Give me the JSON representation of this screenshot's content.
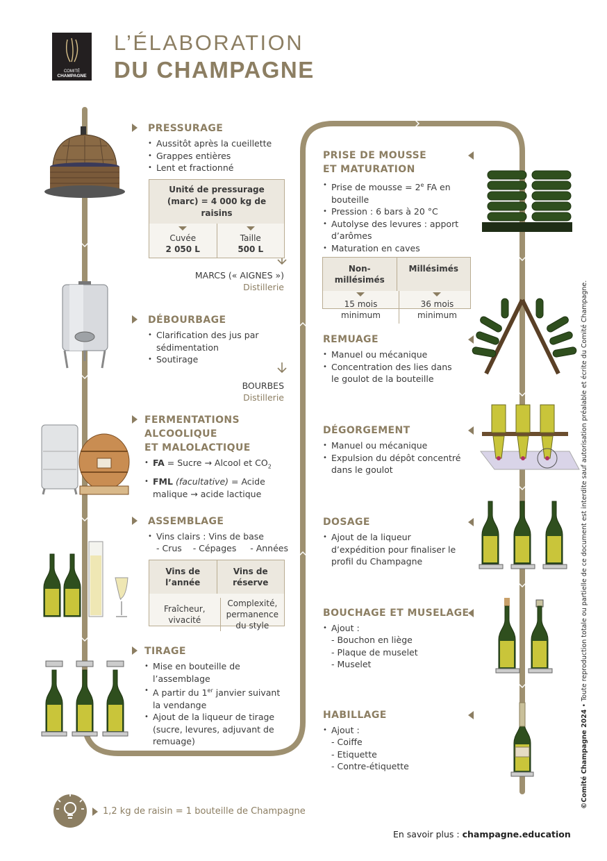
{
  "header": {
    "logo_line1": "COMITÉ",
    "logo_line2": "CHAMPAGNE",
    "title_line1": "L’ÉLABORATION",
    "title_line2": "DU CHAMPAGNE"
  },
  "colors": {
    "accent": "#8c7e62",
    "bottle": "#2f4f1e",
    "liquid": "#c9c53a"
  },
  "left_steps": {
    "pressurage": {
      "title": "PRESSURAGE",
      "bullets": [
        "Aussitôt après la cueillette",
        "Grappes entières",
        "Lent et fractionné"
      ],
      "box_header": "Unité de pressurage (marc) = 4 000 kg de raisins",
      "cells": [
        {
          "label": "Cuvée",
          "value": "2 050 L"
        },
        {
          "label": "Taille",
          "value": "500 L"
        }
      ],
      "marcs": "MARCS (« AIGNES »)",
      "marcs_dest": "Distillerie"
    },
    "debourbage": {
      "title": "DÉBOURBAGE",
      "bullets": [
        "Clarification des jus par sédimentation",
        "Soutirage"
      ],
      "bourbes": "BOURBES",
      "bourbes_dest": "Distillerie"
    },
    "fermentations": {
      "title_l1": "FERMENTATIONS",
      "title_l2": "ALCOOLIQUE",
      "title_l3": "ET MALOLACTIQUE",
      "fa_abbr": "FA",
      "fa_text": " = Sucre → Alcool et CO",
      "fa_sub": "2",
      "fml_abbr": "FML",
      "fml_note": "(facultative)",
      "fml_text": " = Acide malique → acide lactique"
    },
    "assemblage": {
      "title": "ASSEMBLAGE",
      "bullet": "Vins clairs : Vins de base",
      "sub_items": [
        "- Crus",
        "- Cépages",
        "- Années"
      ],
      "box_headers": [
        "Vins de l’année",
        "Vins de réserve"
      ],
      "box_values": [
        "Fraîcheur, vivacité",
        "Complexité, permanence du style"
      ]
    },
    "tirage": {
      "title": "TIRAGE",
      "bullet1": "Mise en bouteille de l’assemblage",
      "bullet2_pre": "A partir du 1",
      "bullet2_sup": "er",
      "bullet2_post": " janvier suivant la vendange",
      "bullet3": "Ajout de la liqueur de tirage (sucre, levures, adjuvant de remuage)"
    }
  },
  "right_steps": {
    "prise_de_mousse": {
      "title_l1": "PRISE DE MOUSSE",
      "title_l2": "ET MATURATION",
      "bullet1_pre": "Prise de mousse = 2",
      "bullet1_sup": "e",
      "bullet1_post": " FA en bouteille",
      "bullets": [
        "Pression : 6 bars à 20 °C",
        "Autolyse des levures : apport d’arômes",
        "Maturation en caves"
      ],
      "box_headers": [
        "Non-millésimés",
        "Millésimés"
      ],
      "box_values": [
        "15 mois minimum",
        "36 mois minimum"
      ]
    },
    "remuage": {
      "title": "REMUAGE",
      "bullets": [
        "Manuel ou mécanique",
        "Concentration des lies dans le goulot de la bouteille"
      ]
    },
    "degorgement": {
      "title": "DÉGORGEMENT",
      "bullets": [
        "Manuel ou mécanique",
        "Expulsion du dépôt concentré dans le goulot"
      ]
    },
    "dosage": {
      "title": "DOSAGE",
      "bullets": [
        "Ajout de la liqueur d’expédition pour finaliser le profil du Champagne"
      ]
    },
    "bouchage": {
      "title": "BOUCHAGE ET MUSELAGE",
      "bullet": "Ajout :",
      "sub_items": [
        "- Bouchon en liège",
        "- Plaque de muselet",
        "- Muselet"
      ]
    },
    "habillage": {
      "title": "HABILLAGE",
      "bullet": "Ajout :",
      "sub_items": [
        "- Coiffe",
        "- Etiquette",
        "- Contre-étiquette"
      ]
    }
  },
  "footer": {
    "tip": "1,2 kg de raisin = 1 bouteille de Champagne",
    "more_label": "En savoir plus : ",
    "more_link": "champagne.education",
    "copyright_bold": "©Comité Champagne 2024",
    "copyright_text": " • Toute reproduction totale ou partielle de ce document est interdite sauf autorisation préalable et écrite du Comité Champagne."
  }
}
